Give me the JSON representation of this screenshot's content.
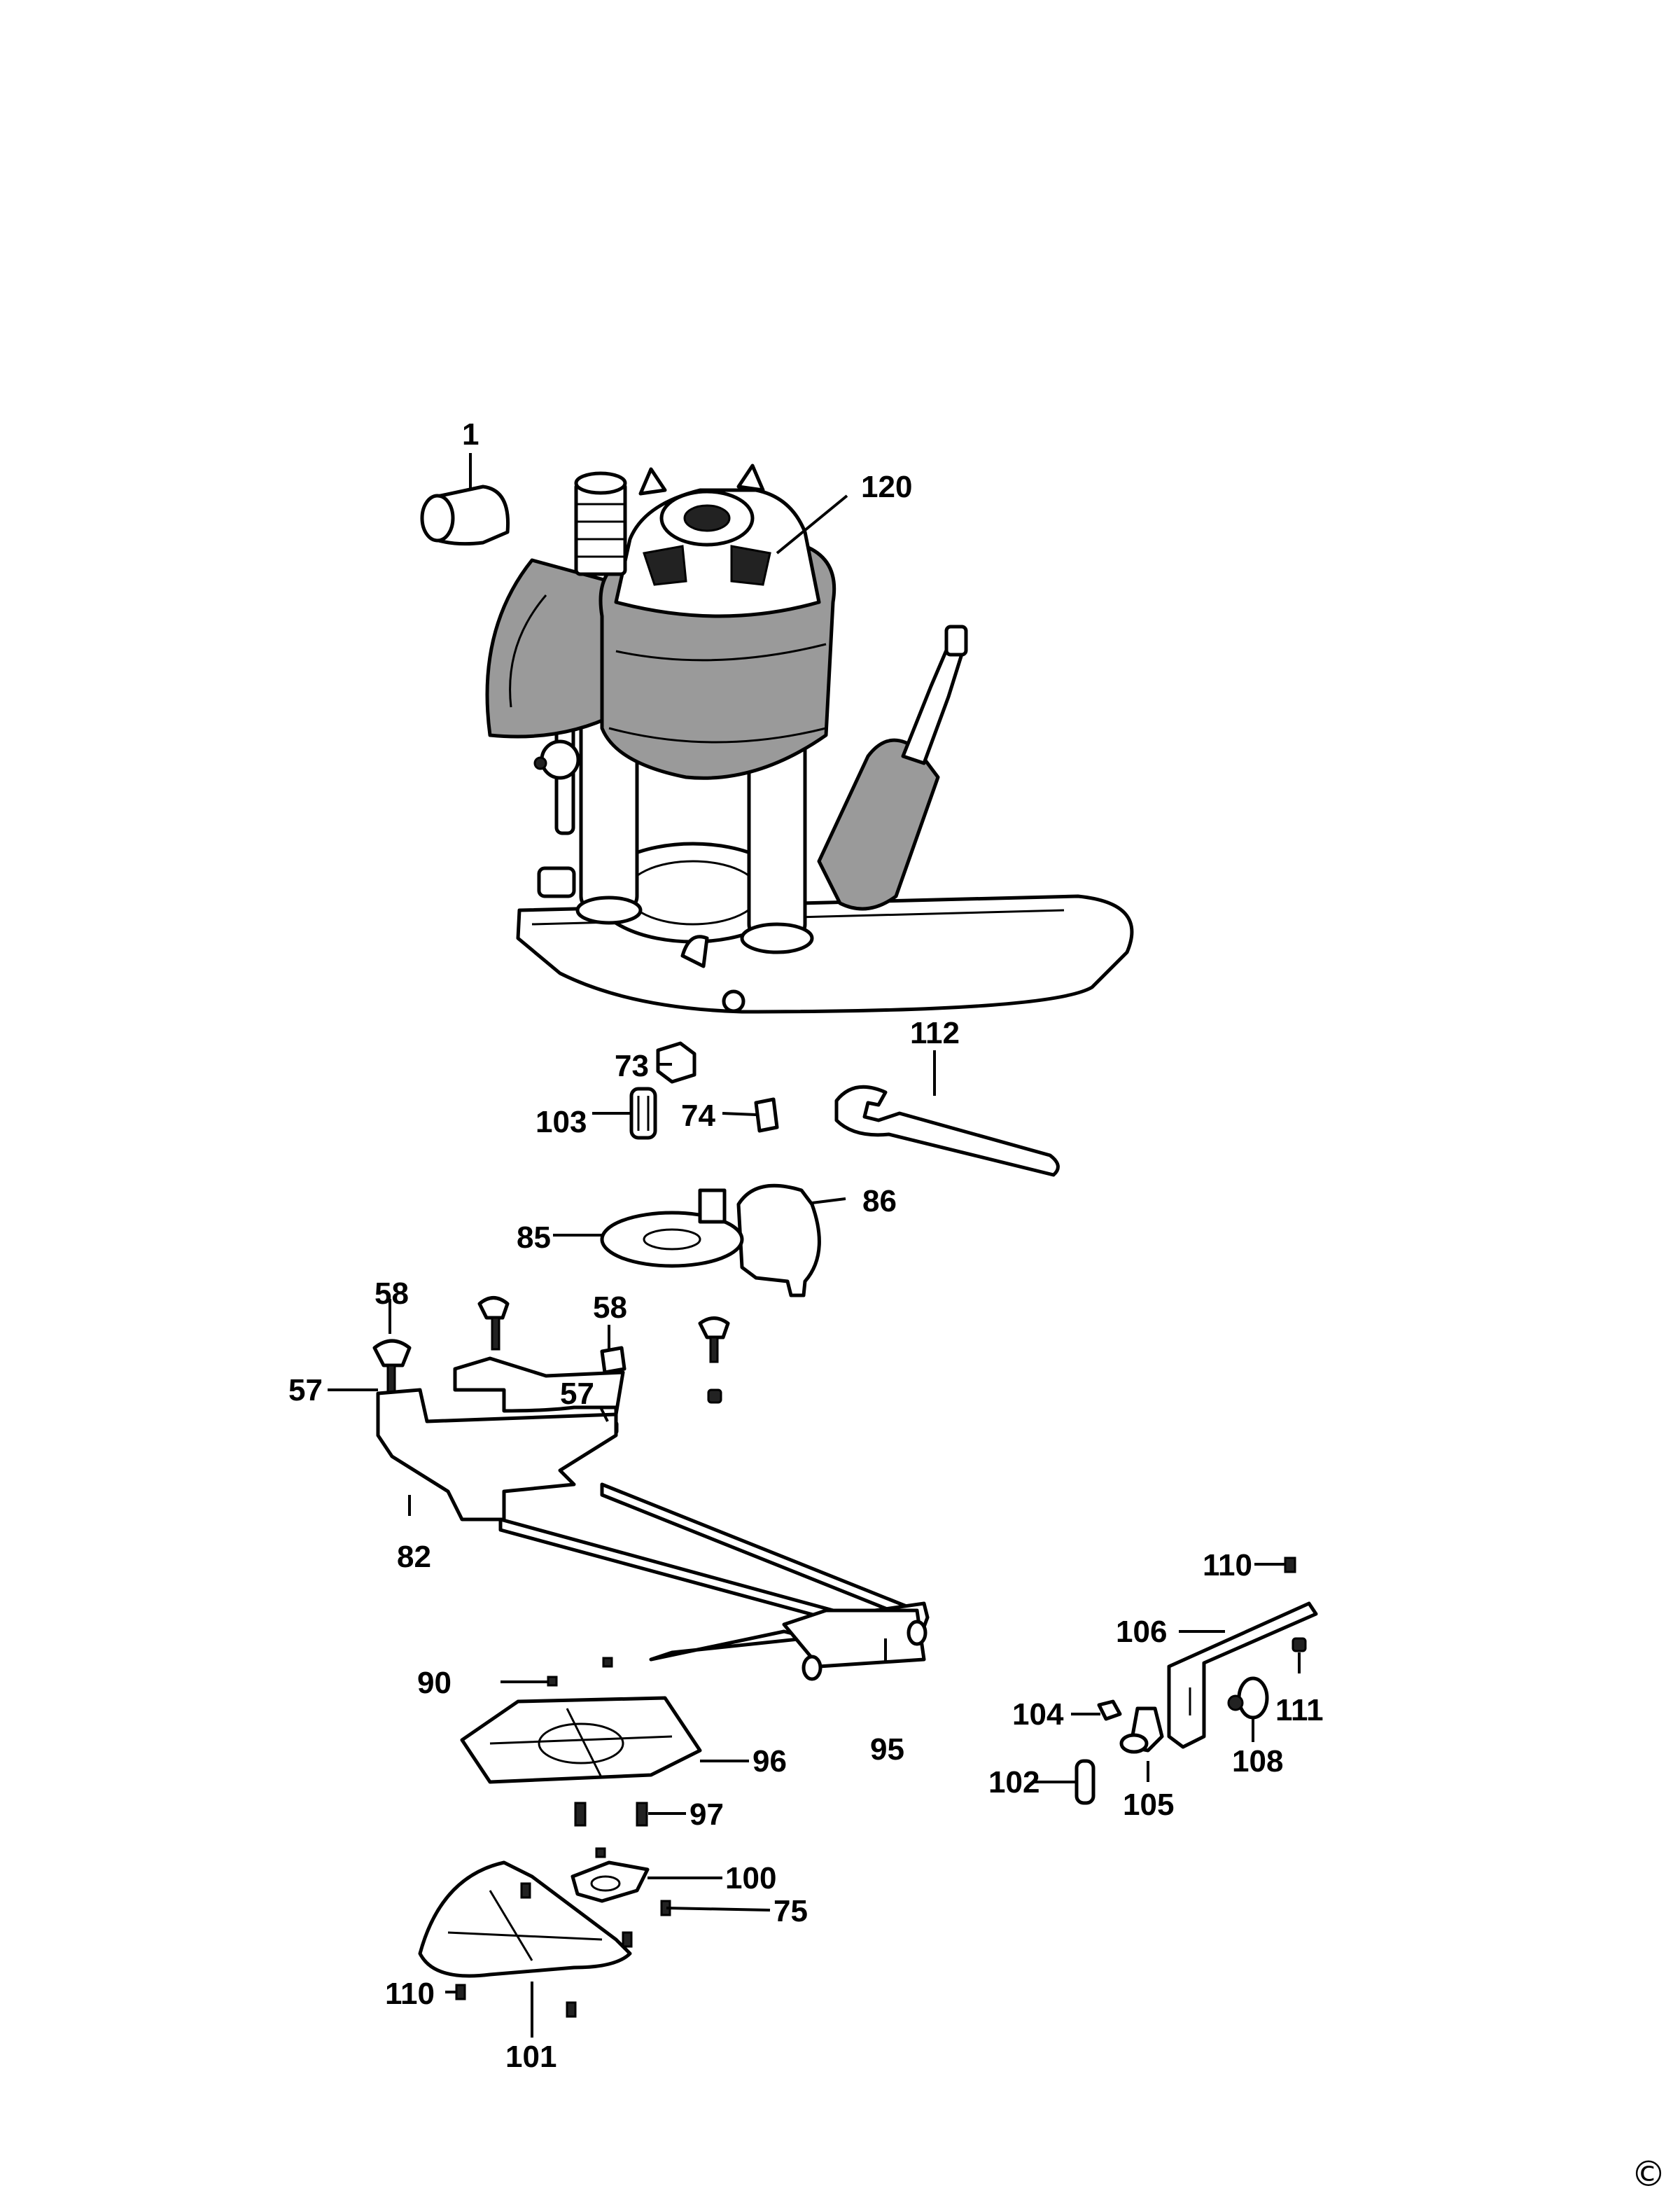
{
  "diagram": {
    "callouts": [
      {
        "id": "c1",
        "text": "1"
      },
      {
        "id": "c120",
        "text": "120"
      },
      {
        "id": "c73",
        "text": "73"
      },
      {
        "id": "c112",
        "text": "112"
      },
      {
        "id": "c103",
        "text": "103"
      },
      {
        "id": "c74",
        "text": "74"
      },
      {
        "id": "c86",
        "text": "86"
      },
      {
        "id": "c85",
        "text": "85"
      },
      {
        "id": "c58a",
        "text": "58"
      },
      {
        "id": "c58b",
        "text": "58"
      },
      {
        "id": "c57a",
        "text": "57"
      },
      {
        "id": "c57b",
        "text": "57"
      },
      {
        "id": "c82",
        "text": "82"
      },
      {
        "id": "c110a",
        "text": "110"
      },
      {
        "id": "c106",
        "text": "106"
      },
      {
        "id": "c90",
        "text": "90"
      },
      {
        "id": "c111",
        "text": "111"
      },
      {
        "id": "c104",
        "text": "104"
      },
      {
        "id": "c108",
        "text": "108"
      },
      {
        "id": "c96",
        "text": "96"
      },
      {
        "id": "c95",
        "text": "95"
      },
      {
        "id": "c102",
        "text": "102"
      },
      {
        "id": "c105",
        "text": "105"
      },
      {
        "id": "c97",
        "text": "97"
      },
      {
        "id": "c100",
        "text": "100"
      },
      {
        "id": "c75",
        "text": "75"
      },
      {
        "id": "c110b",
        "text": "110"
      },
      {
        "id": "c101",
        "text": "101"
      }
    ],
    "copyright_symbol": "©"
  }
}
